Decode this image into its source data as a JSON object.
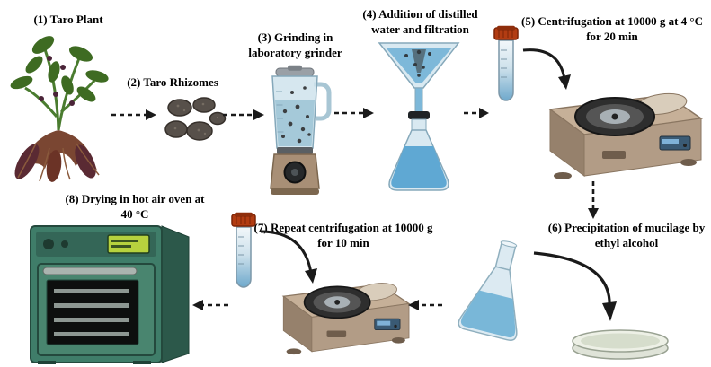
{
  "steps": [
    {
      "id": 1,
      "label": "(1) Taro Plant",
      "item": "taro-plant"
    },
    {
      "id": 2,
      "label": "(2) Taro Rhizomes",
      "item": "taro-rhizomes"
    },
    {
      "id": 3,
      "label": "(3) Grinding in laboratory grinder",
      "item": "laboratory-grinder"
    },
    {
      "id": 4,
      "label": "(4) Addition of distilled water and filtration",
      "item": "funnel-and-filtration-flask"
    },
    {
      "id": 5,
      "label": "(5) Centrifugation at 10000 g at 4 °C for 20 min",
      "item": "centrifuge-with-tube"
    },
    {
      "id": 6,
      "label": "(6) Precipitation of mucilage by ethyl alcohol",
      "item": "flask-pouring-to-petri-dish"
    },
    {
      "id": 7,
      "label": "(7) Repeat centrifugation at 10000 g for 10 min",
      "item": "centrifuge-with-tube"
    },
    {
      "id": 8,
      "label": "(8) Drying in hot air oven at 40 °C",
      "item": "hot-air-oven"
    }
  ],
  "flow": {
    "connector_style": "dashed-arrow",
    "connector_color": "#1a1a1a",
    "order": [
      1,
      2,
      3,
      4,
      5,
      6,
      7,
      8
    ]
  },
  "colors": {
    "liquid_blue": "#7cb7d9",
    "tube_cap_red": "#b23c12",
    "centrifuge_tan": "#b5a08e",
    "oven_green": "#3f7d69",
    "rhizome_gray": "#57504a",
    "background": "#ffffff"
  }
}
